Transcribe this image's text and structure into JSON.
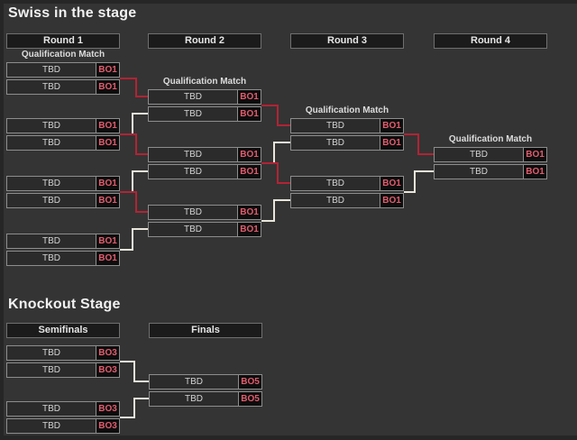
{
  "colors": {
    "background": "#343434",
    "panel_frame": "#262626",
    "match_name_bg": "#2b2b2b",
    "match_score_bg": "#0d0d0d",
    "score_text": "#e25c6e",
    "box_border": "#8d8d8d",
    "winner_line": "#e9e5da",
    "loser_line": "#b22335"
  },
  "swiss": {
    "title": "Swiss in the stage",
    "rounds": [
      {
        "label": "Round 1",
        "matches": [
          {
            "label": "Qualification Match",
            "top": {
              "name": "TBD",
              "score": "BO1"
            },
            "bottom": {
              "name": "TBD",
              "score": "BO1"
            }
          },
          {
            "top": {
              "name": "TBD",
              "score": "BO1"
            },
            "bottom": {
              "name": "TBD",
              "score": "BO1"
            }
          },
          {
            "top": {
              "name": "TBD",
              "score": "BO1"
            },
            "bottom": {
              "name": "TBD",
              "score": "BO1"
            }
          },
          {
            "top": {
              "name": "TBD",
              "score": "BO1"
            },
            "bottom": {
              "name": "TBD",
              "score": "BO1"
            }
          }
        ]
      },
      {
        "label": "Round 2",
        "matches": [
          {
            "label": "Qualification Match",
            "top": {
              "name": "TBD",
              "score": "BO1"
            },
            "bottom": {
              "name": "TBD",
              "score": "BO1"
            }
          },
          {
            "top": {
              "name": "TBD",
              "score": "BO1"
            },
            "bottom": {
              "name": "TBD",
              "score": "BO1"
            }
          },
          {
            "top": {
              "name": "TBD",
              "score": "BO1"
            },
            "bottom": {
              "name": "TBD",
              "score": "BO1"
            }
          }
        ]
      },
      {
        "label": "Round 3",
        "matches": [
          {
            "label": "Qualification Match",
            "top": {
              "name": "TBD",
              "score": "BO1"
            },
            "bottom": {
              "name": "TBD",
              "score": "BO1"
            }
          },
          {
            "top": {
              "name": "TBD",
              "score": "BO1"
            },
            "bottom": {
              "name": "TBD",
              "score": "BO1"
            }
          }
        ]
      },
      {
        "label": "Round 4",
        "matches": [
          {
            "label": "Qualification Match",
            "top": {
              "name": "TBD",
              "score": "BO1"
            },
            "bottom": {
              "name": "TBD",
              "score": "BO1"
            }
          }
        ]
      }
    ]
  },
  "knockout": {
    "title": "Knockout Stage",
    "rounds": [
      {
        "label": "Semifinals",
        "matches": [
          {
            "top": {
              "name": "TBD",
              "score": "BO3"
            },
            "bottom": {
              "name": "TBD",
              "score": "BO3"
            }
          },
          {
            "top": {
              "name": "TBD",
              "score": "BO3"
            },
            "bottom": {
              "name": "TBD",
              "score": "BO3"
            }
          }
        ]
      },
      {
        "label": "Finals",
        "matches": [
          {
            "top": {
              "name": "TBD",
              "score": "BO5"
            },
            "bottom": {
              "name": "TBD",
              "score": "BO5"
            }
          }
        ]
      }
    ]
  }
}
